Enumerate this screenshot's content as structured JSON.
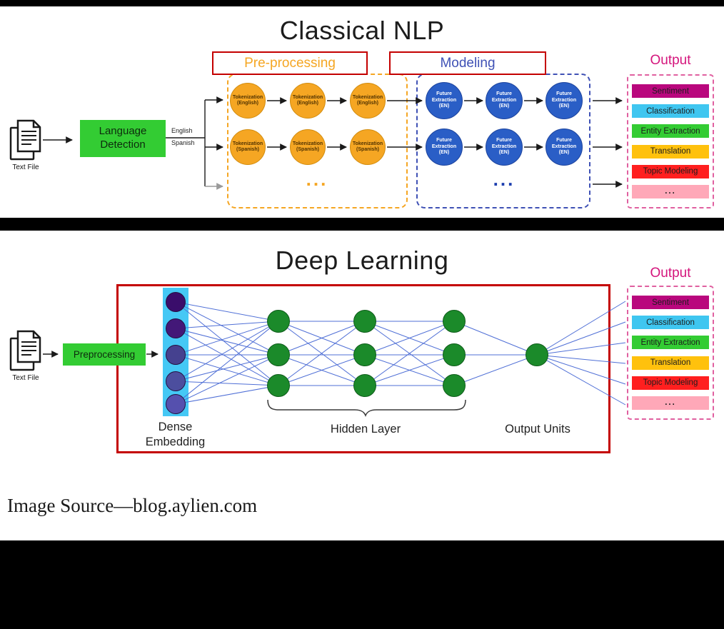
{
  "classical": {
    "title": "Classical NLP",
    "preprocessing_label": "Pre-processing",
    "modeling_label": "Modeling",
    "output_label": "Output",
    "text_file_label": "Text File",
    "language_detection_label": "Language Detection",
    "english_label": "English",
    "spanish_label": "Spanish",
    "tokenization_english_line1": "Tokenization",
    "tokenization_english_line2": "(English)",
    "tokenization_spanish_line1": "Tokenization",
    "tokenization_spanish_line2": "(Spanish)",
    "feature_line1": "Future",
    "feature_line2": "Extraction",
    "feature_line3": "(EN)",
    "ellipsis": "..."
  },
  "deep": {
    "title": "Deep Learning",
    "output_label": "Output",
    "text_file_label": "Text File",
    "preprocessing_label": "Preprocessing",
    "dense_embedding_label": "Dense Embedding",
    "hidden_layer_label": "Hidden Layer",
    "output_units_label": "Output Units"
  },
  "outputs": [
    {
      "label": "Sentiment",
      "bg": "#b9077d"
    },
    {
      "label": "Classification",
      "bg": "#3fc6f0"
    },
    {
      "label": "Entity Extraction",
      "bg": "#33cc33"
    },
    {
      "label": "Translation",
      "bg": "#ffc10d"
    },
    {
      "label": "Topic Modeling",
      "bg": "#ff1f1f"
    },
    {
      "label": "...",
      "bg": "#ffa8b8"
    }
  ],
  "embedding_node_colors": [
    "#3a0d6b",
    "#431878",
    "#45418f",
    "#4c4e9e",
    "#5550ae"
  ],
  "colors": {
    "accent_red": "#c40000",
    "preprocessing_orange": "#f5a623",
    "modeling_blue": "#3f51b5",
    "output_pink": "#d4157c",
    "pipeline_green": "#33cc33",
    "hidden_node_green": "#1b8a2a",
    "embedding_cyan": "#45c8f5",
    "connection_blue": "#4f6fd6"
  },
  "footer": {
    "source_text": "Image Source—blog.aylien.com"
  }
}
